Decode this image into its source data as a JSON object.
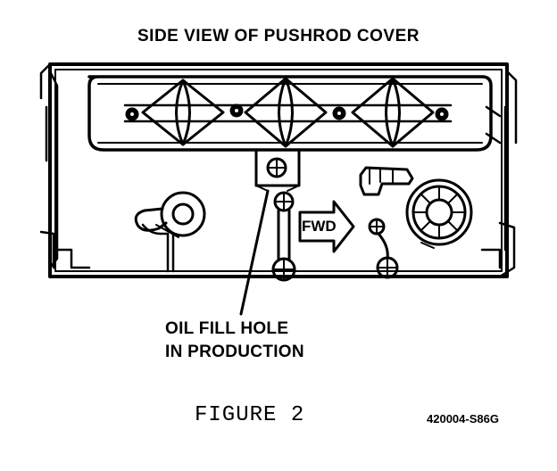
{
  "title": "SIDE VIEW OF PUSHROD COVER",
  "callout": {
    "line1": "OIL FILL HOLE",
    "line2": "IN PRODUCTION"
  },
  "arrow_label": "FWD",
  "figure_label": "FIGURE 2",
  "part_number": "420004-S86G"
}
